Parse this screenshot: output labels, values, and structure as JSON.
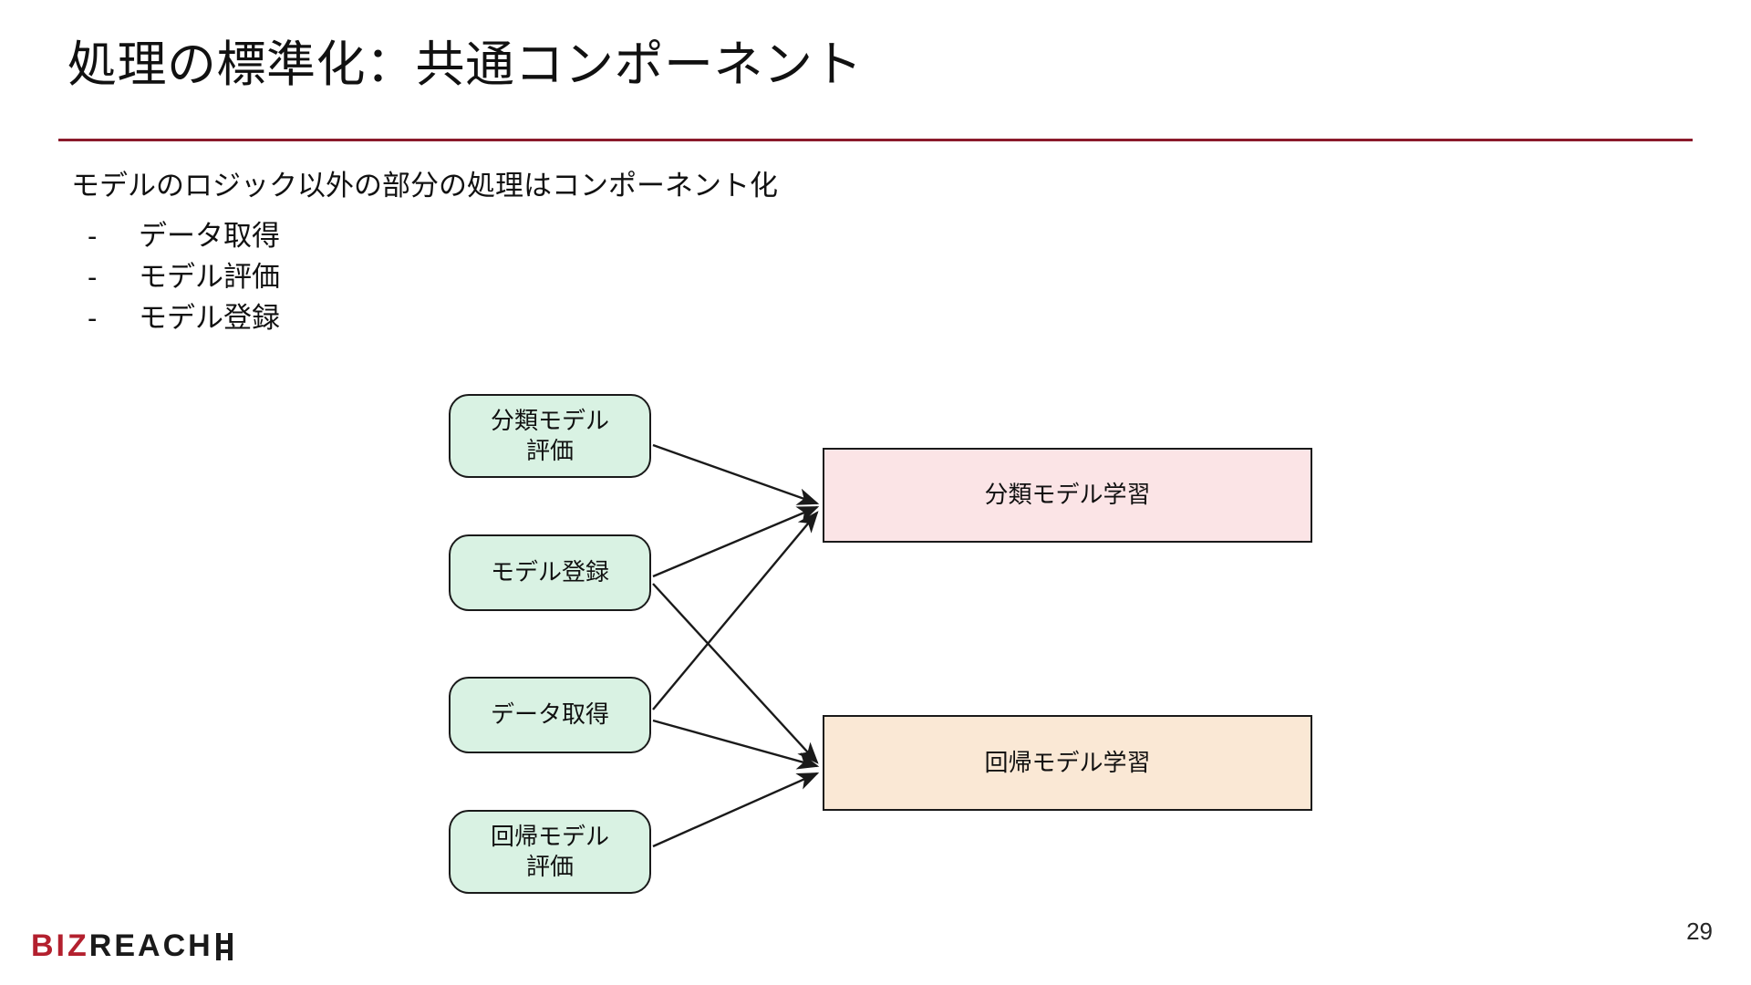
{
  "slide": {
    "title": "処理の標準化：共通コンポーネント",
    "rule_color": "#8b1a2b",
    "subtitle": "モデルのロジック以外の部分の処理はコンポーネント化",
    "bullet_marker": "-",
    "bullets": [
      {
        "marker": "-",
        "text": "データ取得"
      },
      {
        "marker": "-",
        "text": "モデル評価"
      },
      {
        "marker": "-",
        "text": "モデル登録"
      }
    ],
    "page_number": "29"
  },
  "diagram": {
    "type": "flow",
    "source_nodes": [
      {
        "id": "classify-eval",
        "label": "分類モデル\n評価",
        "line1": "分類モデル",
        "line2": "評価",
        "color": "#d9f2e3"
      },
      {
        "id": "model-register",
        "label": "モデル登録",
        "line1": "モデル登録",
        "line2": "",
        "color": "#d9f2e3"
      },
      {
        "id": "data-fetch",
        "label": "データ取得",
        "line1": "データ取得",
        "line2": "",
        "color": "#d9f2e3"
      },
      {
        "id": "regress-eval",
        "label": "回帰モデル\n評価",
        "line1": "回帰モデル",
        "line2": "評価",
        "color": "#d9f2e3"
      }
    ],
    "target_nodes": [
      {
        "id": "classify-train",
        "label": "分類モデル学習",
        "color": "#fbe4e6"
      },
      {
        "id": "regress-train",
        "label": "回帰モデル学習",
        "color": "#fae8d5"
      }
    ],
    "edges": [
      {
        "from": "classify-eval",
        "to": "classify-train"
      },
      {
        "from": "model-register",
        "to": "classify-train"
      },
      {
        "from": "data-fetch",
        "to": "classify-train"
      },
      {
        "from": "model-register",
        "to": "regress-train"
      },
      {
        "from": "data-fetch",
        "to": "regress-train"
      },
      {
        "from": "regress-eval",
        "to": "regress-train"
      }
    ],
    "edge_color": "#1a1a1a"
  },
  "footer": {
    "logo_biz": "BIZ",
    "logo_reach": "REACH"
  }
}
